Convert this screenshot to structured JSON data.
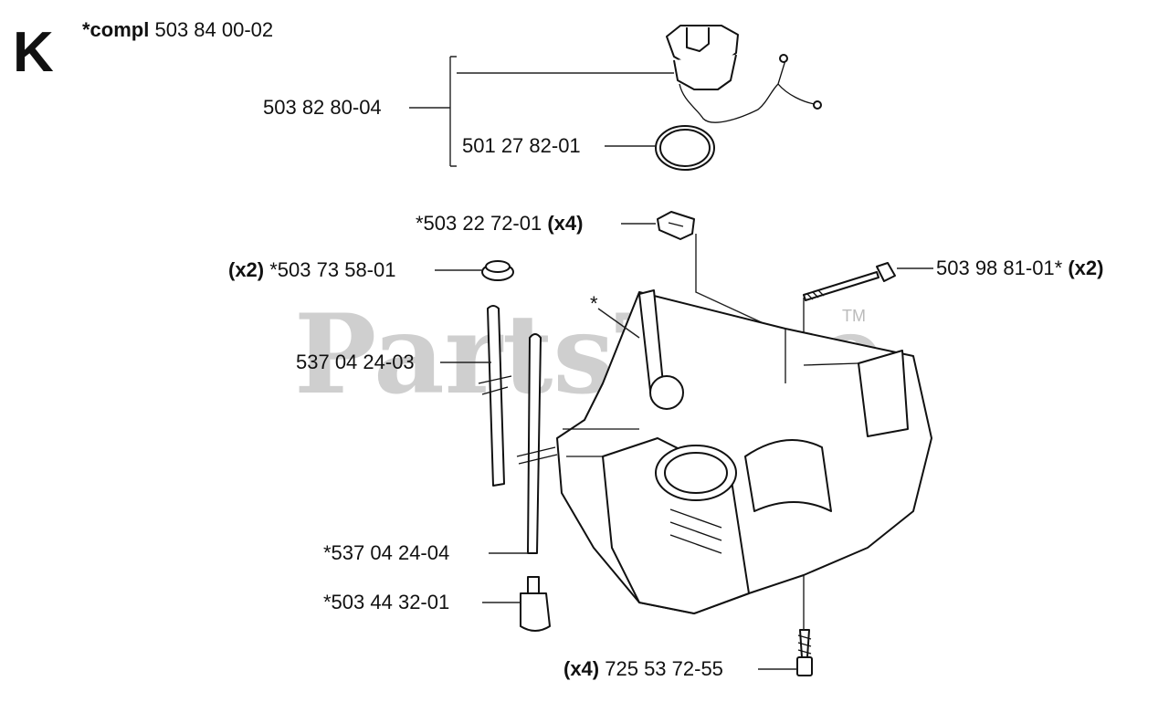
{
  "header": {
    "section_letter": "K",
    "compl_prefix": "*compl",
    "compl_number": "503 84 00-02"
  },
  "watermark": {
    "text": "PartsTree",
    "tm": "TM"
  },
  "labels": {
    "p1": {
      "num": "503 82 80-04"
    },
    "p2": {
      "num": "501 27 82-01"
    },
    "p3": {
      "num": "*503 22 72-01",
      "qty": "(x4)"
    },
    "p4": {
      "qty": "(x2)",
      "num": "*503 73 58-01"
    },
    "p5": {
      "num": "503 98 81-01*",
      "qty": "(x2)"
    },
    "p6": {
      "num": "537 04 24-03"
    },
    "p7": {
      "num": "*537 04 24-04"
    },
    "p8": {
      "num": "*503 44 32-01"
    },
    "p9": {
      "qty": "(x4)",
      "num": "725 53 72-55"
    },
    "star": "*"
  },
  "icons": [
    "fuel-cap-icon",
    "o-ring-icon",
    "clip-nut-icon",
    "grommet-icon",
    "bolt-icon",
    "fuel-hose-icon",
    "fuel-filter-icon",
    "screw-icon",
    "crankcase-icon"
  ]
}
